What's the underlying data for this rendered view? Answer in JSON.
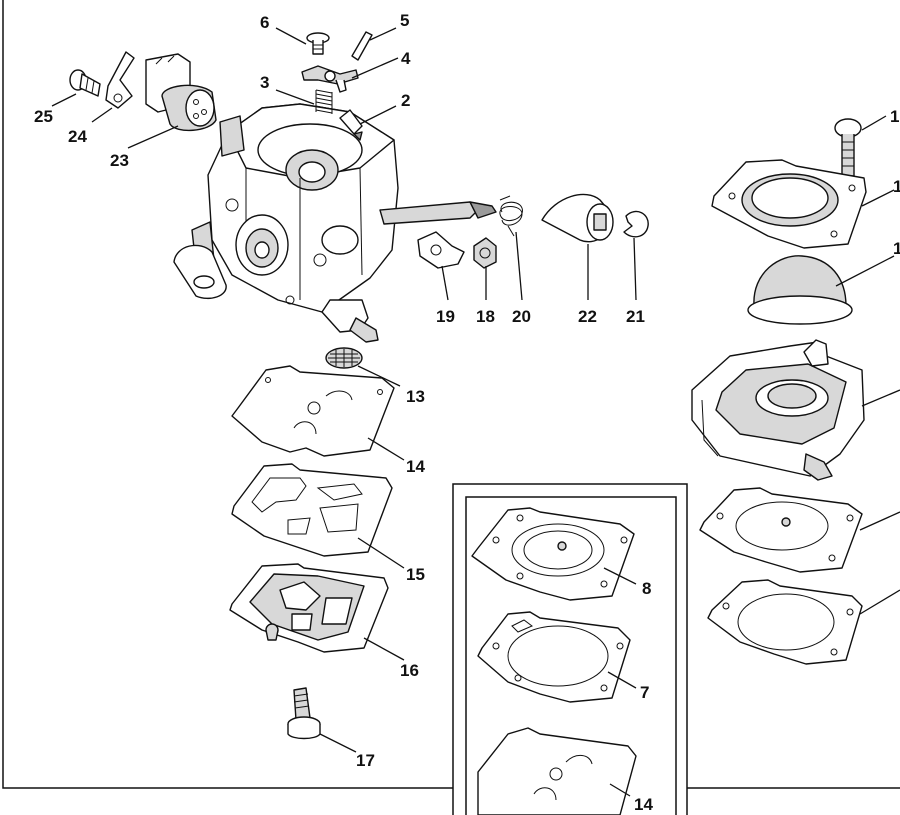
{
  "labels": {
    "p1a": "1",
    "p1b": "1",
    "p1c": "1",
    "p2": "2",
    "p3": "3",
    "p4": "4",
    "p5": "5",
    "p6": "6",
    "p7": "7",
    "p8": "8",
    "p13": "13",
    "p14a": "14",
    "p14b": "14",
    "p15": "15",
    "p16": "16",
    "p17": "17",
    "p18": "18",
    "p19": "19",
    "p20": "20",
    "p21": "21",
    "p22": "22",
    "p23": "23",
    "p24": "24",
    "p25": "25"
  }
}
